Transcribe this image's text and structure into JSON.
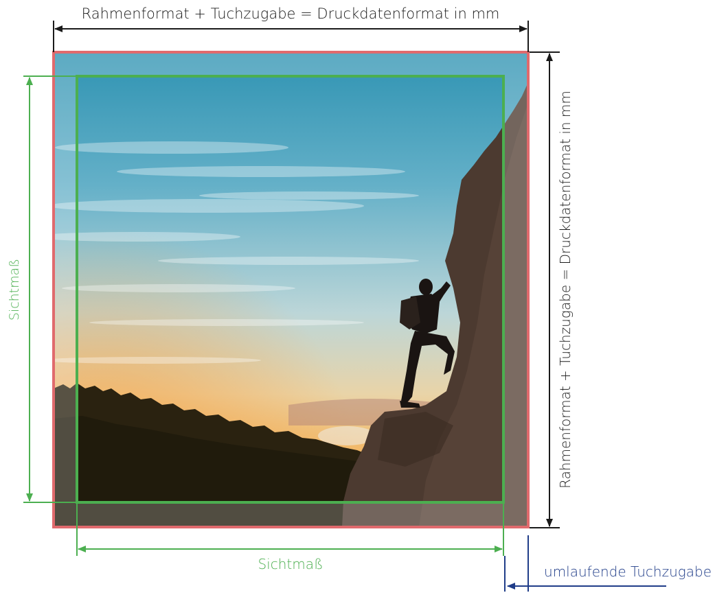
{
  "labels": {
    "top_dimension": "Rahmenformat + Tuchzugabe = Druckdatenformat in mm",
    "right_dimension": "Rahmenformat + Tuchzugabe = Druckdatenformat in mm",
    "left_dimension": "Sichtmaß",
    "bottom_dimension": "Sichtmaß",
    "bleed_label": "umlaufende Tuchzugabe"
  },
  "colors": {
    "frame_outline": "#e06a6d",
    "visible_area": "#4caf50",
    "dimension_dark": "#1a1a1a",
    "bleed_callout": "#1f3c88",
    "sichtmass_text": "#4caf50"
  },
  "illustration": {
    "subject": "climber-silhouette-on-cliff",
    "sky_colors": [
      "#2f93b2",
      "#6fb6cc",
      "#c9d9d6",
      "#f3c27a",
      "#f0a54a"
    ]
  }
}
